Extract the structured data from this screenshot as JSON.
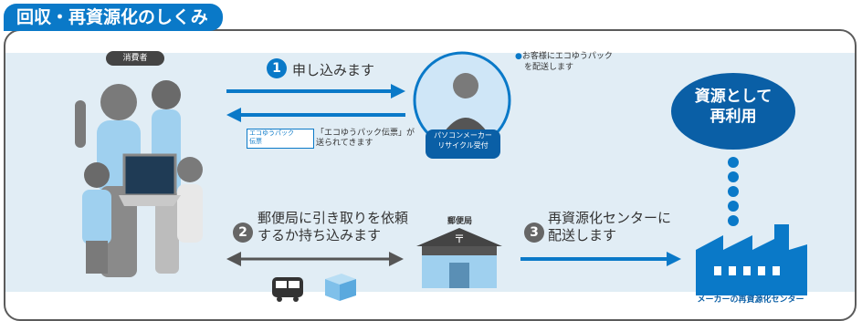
{
  "title": "回収・再資源化のしくみ",
  "consumer_label": "消費者",
  "step1": {
    "num": "1",
    "text": "申し込みます"
  },
  "customer_note": {
    "line1": "お客様にエコゆうパック",
    "line2": "を配送します"
  },
  "recycle_desk": {
    "line1": "パソコンメーカー",
    "line2": "リサイクル受付"
  },
  "ecopack_slip": {
    "badge_line1": "エコゆうパック",
    "badge_line2": "伝票",
    "line1": "「エコゆうパック伝票」が",
    "line2": "送られてきます"
  },
  "reuse_bubble": {
    "line1": "資源として",
    "line2": "再利用"
  },
  "step2": {
    "num": "2",
    "line1": "郵便局に引き取りを依頼",
    "line2": "するか持ち込みます"
  },
  "post_office_label": "郵便局",
  "step3": {
    "num": "3",
    "line1": "再資源化センターに",
    "line2": "配送します"
  },
  "center_label": "メーカーの再資源化センター",
  "colors": {
    "accent": "#0a79c8",
    "band": "#dbe8f1",
    "dark_bubble": "#0a5fa6"
  }
}
